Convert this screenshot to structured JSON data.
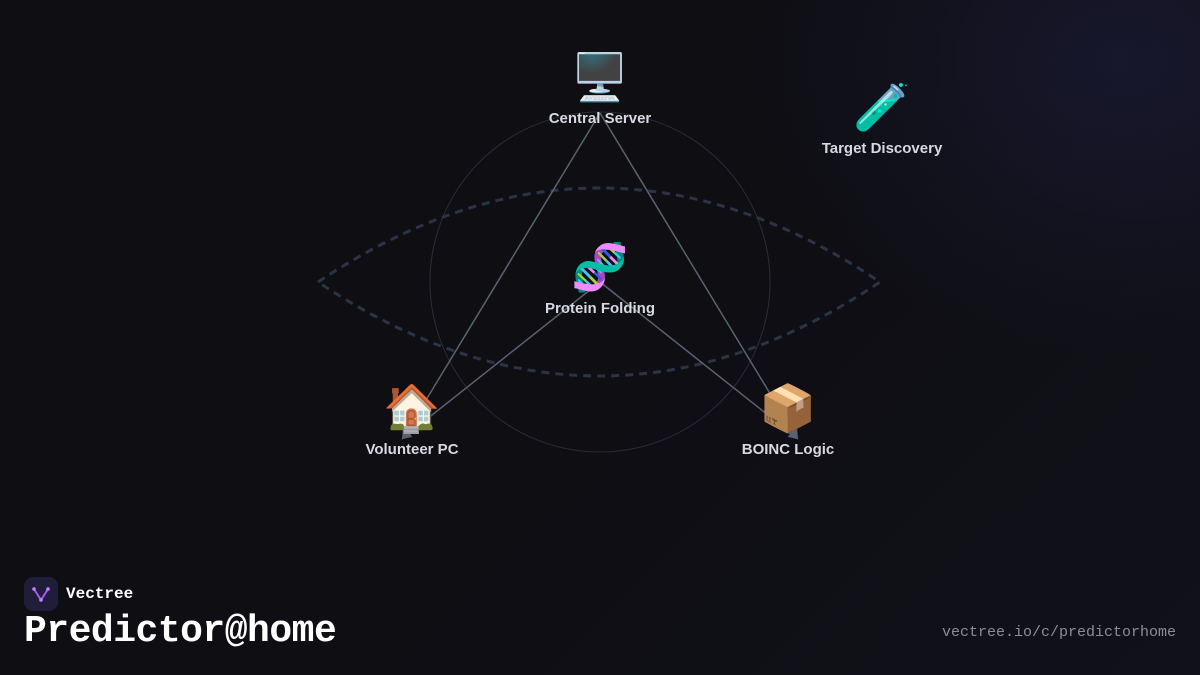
{
  "diagram": {
    "nodes": [
      {
        "id": "central-server",
        "label": "Central Server",
        "icon": "desktop-computer-icon",
        "glyph": "🖥️"
      },
      {
        "id": "target-discovery",
        "label": "Target Discovery",
        "icon": "test-tube-icon",
        "glyph": "🧪"
      },
      {
        "id": "protein-folding",
        "label": "Protein Folding",
        "icon": "dna-icon",
        "glyph": "🧬"
      },
      {
        "id": "volunteer-pc",
        "label": "Volunteer PC",
        "icon": "house-icon",
        "glyph": "🏠"
      },
      {
        "id": "boinc-logic",
        "label": "BOINC Logic",
        "icon": "package-icon",
        "glyph": "📦"
      }
    ],
    "edges": [
      {
        "from": "central-server",
        "to": "volunteer-pc"
      },
      {
        "from": "central-server",
        "to": "boinc-logic"
      },
      {
        "from": "protein-folding",
        "to": "volunteer-pc"
      },
      {
        "from": "protein-folding",
        "to": "boinc-logic"
      }
    ],
    "colors": {
      "edge": "#5a6272",
      "orbit": "#2a3447",
      "circle": "#2a2d36",
      "brand_logo": "#1f1d3a",
      "brand_accent": "#a855f7"
    }
  },
  "footer": {
    "brand_name": "Vectree",
    "brand_icon": "vectree-logo-icon",
    "title": "Predictor@home",
    "url": "vectree.io/c/predictorhome"
  }
}
